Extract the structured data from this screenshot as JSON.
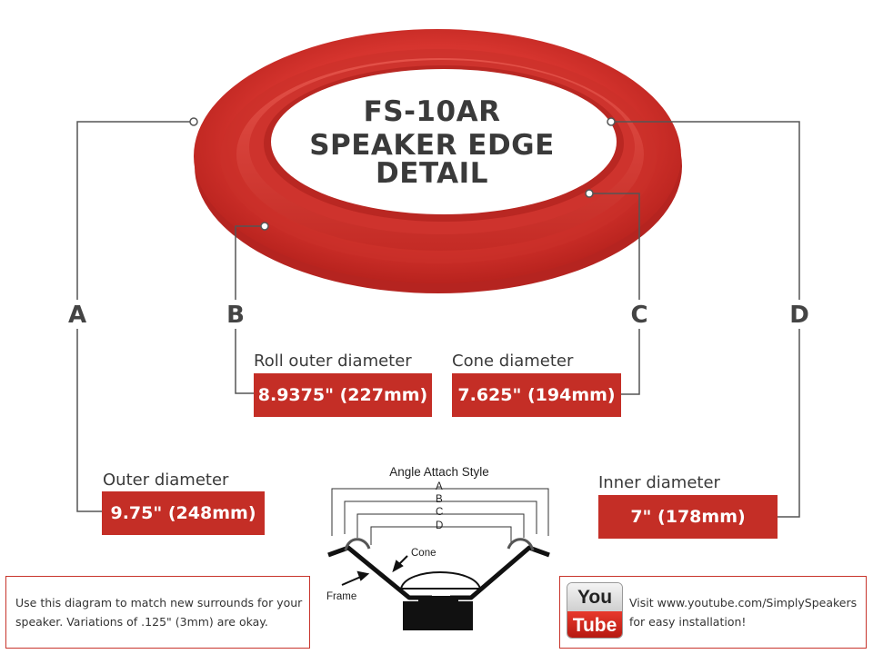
{
  "title": {
    "line1": "FS-10AR",
    "line2": "SPEAKER EDGE DETAIL"
  },
  "letters": {
    "a": "A",
    "b": "B",
    "c": "C",
    "d": "D"
  },
  "measurements": {
    "roll_outer": {
      "label": "Roll outer diameter",
      "value": "8.9375\" (227mm)"
    },
    "cone": {
      "label": "Cone diameter",
      "value": "7.625\" (194mm)"
    },
    "outer": {
      "label": "Outer diameter",
      "value": "9.75\" (248mm)"
    },
    "inner": {
      "label": "Inner diameter",
      "value": "7\" (178mm)"
    }
  },
  "attach_diagram": {
    "title": "Angle Attach Style",
    "levels": [
      "A",
      "B",
      "C",
      "D"
    ],
    "cone_label": "Cone",
    "frame_label": "Frame"
  },
  "note": {
    "line1": "Use this diagram to match new surrounds for your",
    "line2": "speaker. Variations of .125\" (3mm) are okay."
  },
  "youtube": {
    "logo_top": "You",
    "logo_bottom": "Tube",
    "line1": "Visit www.youtube.com/SimplySpeakers",
    "line2": "for easy installation!"
  },
  "colors": {
    "accent": "#c42e26",
    "surround": "#d6342e",
    "leader": "#555555"
  }
}
